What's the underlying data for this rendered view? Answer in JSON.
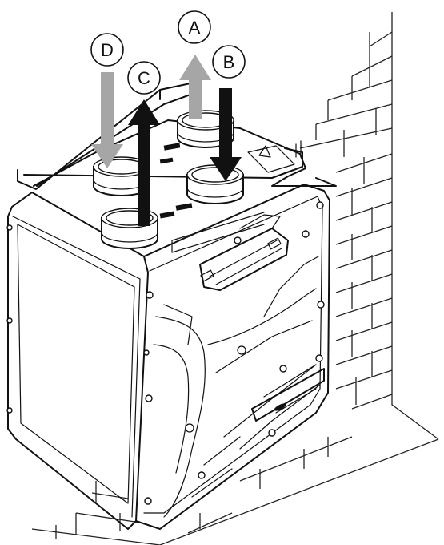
{
  "figure": {
    "colors": {
      "line": "#111111",
      "gray_arrow": "#a6a6a6",
      "black_arrow": "#111111",
      "background": "#ffffff"
    },
    "callouts": [
      {
        "id": "A",
        "label": "A",
        "arrow": "gray",
        "direction": "up"
      },
      {
        "id": "B",
        "label": "B",
        "arrow": "black",
        "direction": "down"
      },
      {
        "id": "C",
        "label": "C",
        "arrow": "black",
        "direction": "up"
      },
      {
        "id": "D",
        "label": "D",
        "arrow": "gray",
        "direction": "down"
      }
    ]
  }
}
